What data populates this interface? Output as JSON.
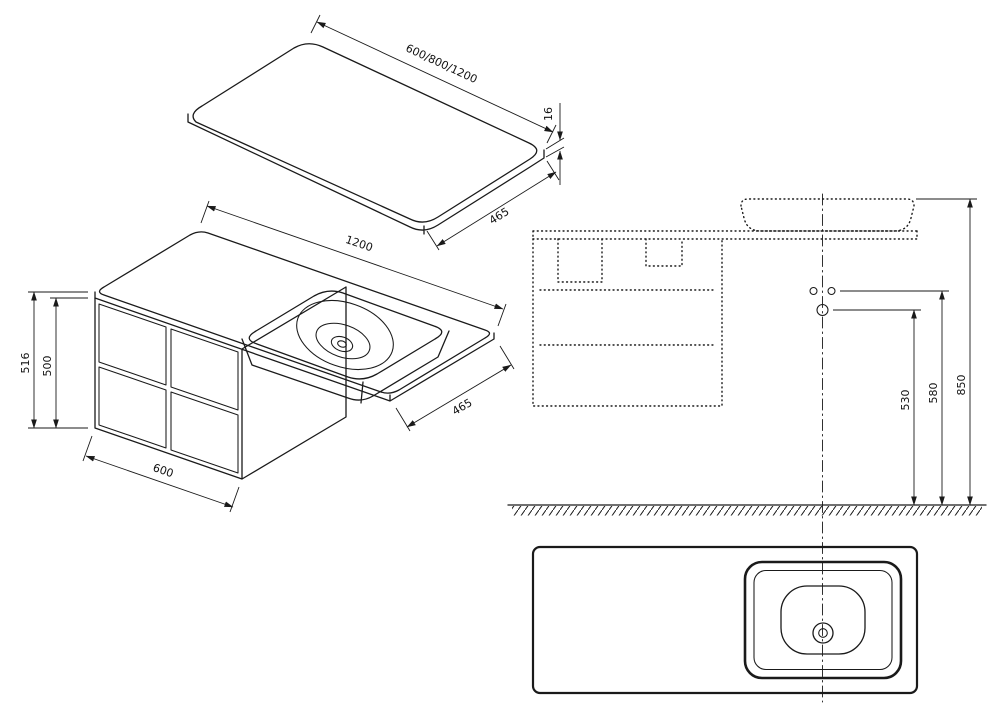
{
  "drawing": {
    "background": "#ffffff",
    "line_color": "#1a1a1a",
    "views": {
      "countertop_top": {
        "dim_width_options": "600/800/1200",
        "dim_thickness": "16",
        "dim_depth": "465"
      },
      "vanity_iso": {
        "dim_width": "1200",
        "dim_height_total": "516",
        "dim_height_cabinet": "500",
        "dim_cabinet_width": "600",
        "dim_depth": "465"
      },
      "elevation": {
        "dim_outlet_height": "530",
        "dim_mixer_height": "580",
        "dim_rim_height": "850"
      }
    }
  }
}
